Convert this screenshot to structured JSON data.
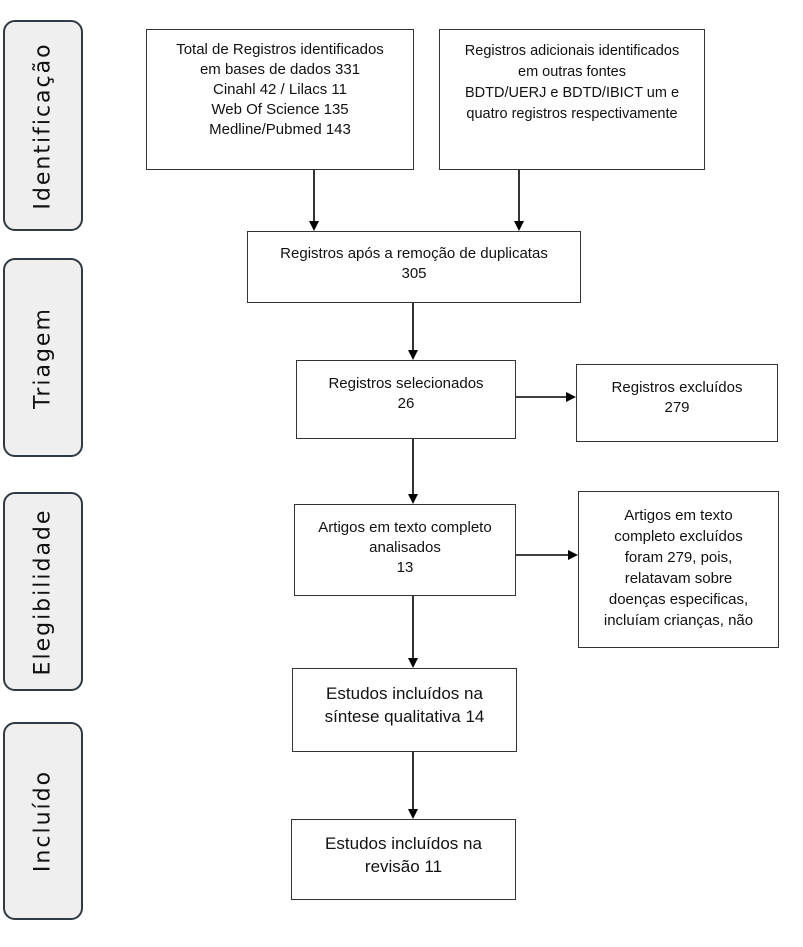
{
  "phases": [
    {
      "label": "Identificação"
    },
    {
      "label": "Triagem"
    },
    {
      "label": "Elegibilidade"
    },
    {
      "label": "Incluído"
    }
  ],
  "boxes": {
    "identified_db": {
      "lines": [
        "Total de Registros identificados",
        "em bases de dados 331",
        "Cinahl 42 / Lilacs 11",
        "Web Of Science 135",
        "Medline/Pubmed 143"
      ]
    },
    "identified_other": {
      "lines": [
        "Registros adicionais identificados",
        "em outras fontes",
        "BDTD/UERJ  e BDTD/IBICT um e",
        "quatro registros respectivamente"
      ]
    },
    "after_duplicates": {
      "lines": [
        "Registros após a remoção de duplicatas",
        "305"
      ]
    },
    "selected": {
      "lines": [
        "Registros selecionados",
        "26"
      ]
    },
    "excluded": {
      "lines": [
        "Registros excluídos",
        "279"
      ]
    },
    "fulltext": {
      "lines": [
        "Artigos em texto completo",
        "analisados",
        "13"
      ]
    },
    "fulltext_excluded": {
      "lines": [
        "Artigos em texto",
        "completo excluídos",
        "foram 279, pois,",
        "relatavam sobre",
        "doenças especificas,",
        "incluíam crianças, não"
      ]
    },
    "qualitative": {
      "lines": [
        "Estudos incluídos na",
        "síntese qualitativa 14"
      ]
    },
    "review": {
      "lines": [
        "Estudos incluídos na",
        "revisão 11"
      ]
    }
  }
}
